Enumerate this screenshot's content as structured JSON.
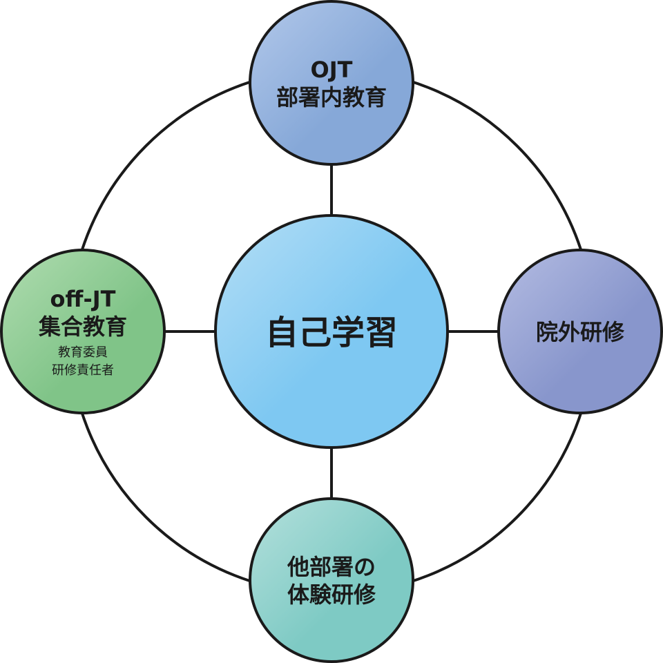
{
  "center": {
    "label": "自己学習",
    "color_light": "#b4def5",
    "color_dark": "#7ec8f2"
  },
  "nodes": {
    "top": {
      "line1": "OJT",
      "line2": "部署内教育",
      "color_light": "#b2c8ea",
      "color_dark": "#86a8d8"
    },
    "left": {
      "line1": "off-JT",
      "line2": "集合教育",
      "sub1": "教育委員",
      "sub2": "研修責任者",
      "color_light": "#b0dcb0",
      "color_dark": "#80c488"
    },
    "right": {
      "line1": "院外研修",
      "color_light": "#b4bce2",
      "color_dark": "#8896cc"
    },
    "bottom": {
      "line1": "他部署の",
      "line2": "体験研修",
      "color_light": "#b4e0dc",
      "color_dark": "#7ecac4"
    }
  },
  "stroke_color": "#1a1a1a"
}
